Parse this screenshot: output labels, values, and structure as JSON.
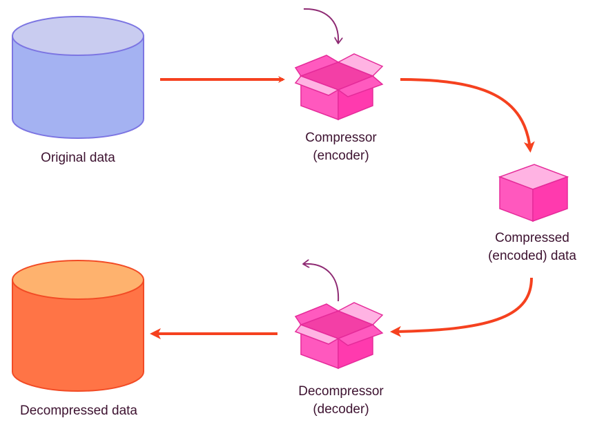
{
  "nodes": {
    "original": {
      "label": "Original data",
      "top_color": "#C9CCF0",
      "body_color": "#A4B2F2",
      "stroke": "#7C75E2"
    },
    "compressor": {
      "label_line1": "Compressor",
      "label_line2": "(encoder)"
    },
    "compressed": {
      "label_line1": "Compressed",
      "label_line2": "(encoded) data"
    },
    "decompressor": {
      "label_line1": "Decompressor",
      "label_line2": "(decoder)"
    },
    "decompressed": {
      "label": "Decompressed data",
      "top_color": "#FEB26E",
      "body_color": "#FF7446",
      "stroke": "#F24B25"
    }
  },
  "colors": {
    "flow_arrow": "#F5411F",
    "box_pink": "#FF58BE",
    "box_pink_dark": "#F33FA6",
    "box_pink_light": "#FFB3E3",
    "box_stroke": "#E52B9A",
    "curl_arrow": "#8E2A73",
    "label_text": "#3D1230"
  },
  "icons": [
    "database-icon",
    "open-box-icon",
    "closed-box-icon",
    "curved-arrow-icon"
  ]
}
